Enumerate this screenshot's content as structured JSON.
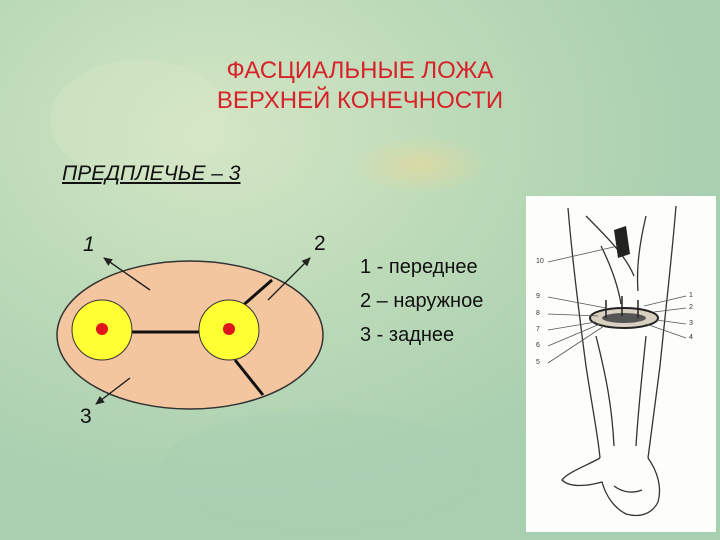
{
  "title": {
    "line1": "ФАСЦИАЛЬНЫЕ ЛОЖА",
    "line2": "ВЕРХНЕЙ КОНЕЧНОСТИ"
  },
  "subtitle": "ПРЕДПЛЕЧЬЕ – 3",
  "diagram": {
    "label_1": "1",
    "label_2": "2",
    "label_3": "3"
  },
  "legend": {
    "item1": "1 - переднее",
    "item2": "2 – наружное",
    "item3": "3 - заднее"
  },
  "illustration": {
    "labels_left": [
      "10",
      "9",
      "8",
      "7",
      "6",
      "5"
    ],
    "labels_right": [
      "1",
      "2",
      "3",
      "4"
    ]
  },
  "colors": {
    "title": "#d8222a",
    "oval_fill": "#f4c6a0",
    "bone_fill": "#ffff33",
    "bone_marrow": "#e0141c",
    "background": "#b9d9b4"
  }
}
